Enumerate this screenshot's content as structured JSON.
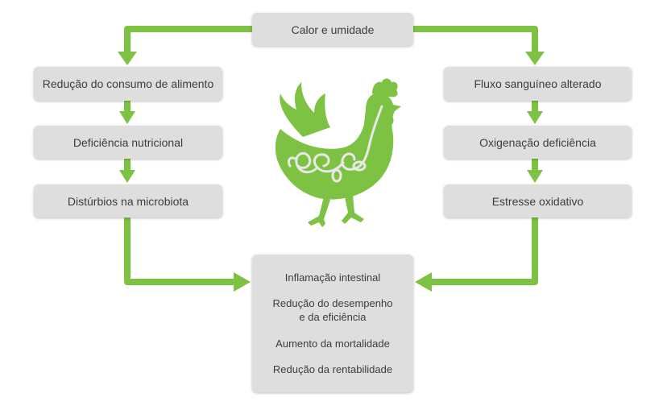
{
  "title_node": {
    "label": "Calor e umidade"
  },
  "left_chain": [
    {
      "label": "Redução do consumo de alimento"
    },
    {
      "label": "Deficiência nutricional"
    },
    {
      "label": "Distúrbios na microbiota"
    }
  ],
  "right_chain": [
    {
      "label": "Fluxo sanguíneo alterado"
    },
    {
      "label": "Oxigenação deficiência"
    },
    {
      "label": "Estresse oxidativo"
    }
  ],
  "outcomes": [
    {
      "label": "Inflamação intestinal"
    },
    {
      "label": "Redução do desempenho\ne da eficiência"
    },
    {
      "label": "Aumento da mortalidade"
    },
    {
      "label": "Redução da rentabilidade"
    }
  ],
  "colors": {
    "arrow_green": "#7dc242",
    "hen_green": "#7dc242",
    "box_fill": "#dedede",
    "text": "#3d3d3d"
  },
  "icons": {
    "center_illustration": "hen-digestive-tract-icon"
  }
}
